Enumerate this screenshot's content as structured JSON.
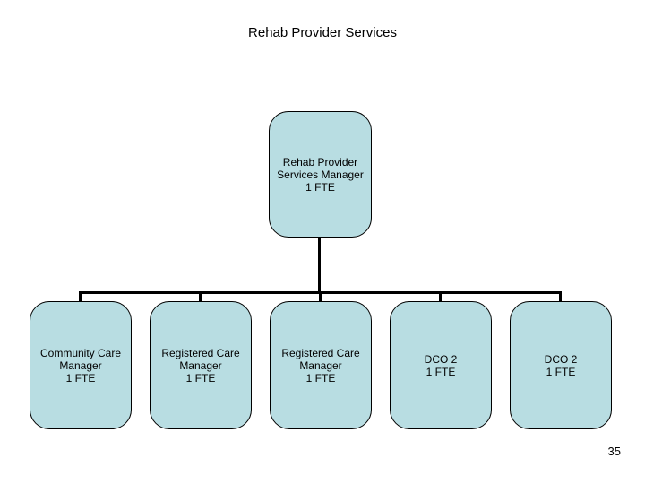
{
  "slide": {
    "title": "Rehab Provider Services",
    "page_number": "35",
    "colors": {
      "background": "#ffffff",
      "box_fill": "#b8dde2",
      "box_border": "#000000",
      "connector": "#000000",
      "text": "#000000"
    }
  },
  "org_chart": {
    "root": {
      "label": "Rehab Provider\nServices Manager\n1 FTE"
    },
    "children": [
      {
        "label": "Community Care\nManager\n1 FTE"
      },
      {
        "label": "Registered Care\nManager\n1 FTE"
      },
      {
        "label": "Registered Care\nManager\n1 FTE"
      },
      {
        "label": "DCO 2\n1 FTE"
      },
      {
        "label": "DCO 2\n1 FTE"
      }
    ]
  }
}
